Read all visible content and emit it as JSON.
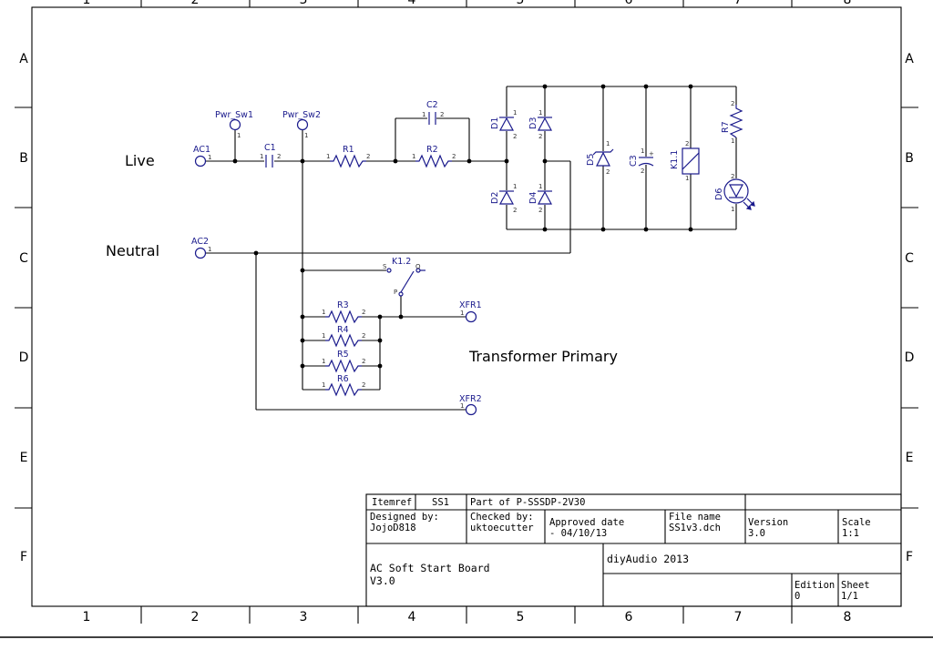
{
  "frame": {
    "columns": [
      "1",
      "2",
      "3",
      "4",
      "5",
      "6",
      "7",
      "8"
    ],
    "rows": [
      "A",
      "B",
      "C",
      "D",
      "E",
      "F"
    ]
  },
  "net_labels": {
    "live": "Live",
    "neutral": "Neutral",
    "transformer": "Transformer Primary"
  },
  "components": {
    "ac1": "AC1",
    "ac2": "AC2",
    "pwr_sw1": "Pwr_Sw1",
    "pwr_sw2": "Pwr_Sw2",
    "c1": "C1",
    "c2": "C2",
    "r1": "R1",
    "r2": "R2",
    "d1": "D1",
    "d2": "D2",
    "d3": "D3",
    "d4": "D4",
    "d5": "D5",
    "d6": "D6",
    "c3": "C3",
    "k11": "K1.1",
    "k12": "K1.2",
    "r7": "R7",
    "r3": "R3",
    "r4": "R4",
    "r5": "R5",
    "r6": "R6",
    "xfr1": "XFR1",
    "xfr2": "XFR2"
  },
  "pins": {
    "p1": "1",
    "p2": "2",
    "plus": "+",
    "s": "S",
    "o": "O",
    "p": "P"
  },
  "title_block": {
    "itemref_label": "Itemref",
    "itemref_value": "SS1",
    "part_of": "Part of P-SSSDP-2V30",
    "designed_label": "Designed by:",
    "designed_value": "JojoD818",
    "checked_label": "Checked by:",
    "checked_value": "uktoecutter",
    "approved_label": "Approved date",
    "approved_value": "- 04/10/13",
    "file_label": "File name",
    "file_value": "SS1v3.dch",
    "version_label": "Version",
    "version_value": "3.0",
    "scale_label": "Scale",
    "scale_value": "1:1",
    "title_line1": "AC Soft Start Board",
    "title_line2": "V3.0",
    "company": "diyAudio 2013",
    "edition_label": "Edition",
    "edition_value": "0",
    "sheet_label": "Sheet",
    "sheet_value": "1/1"
  }
}
